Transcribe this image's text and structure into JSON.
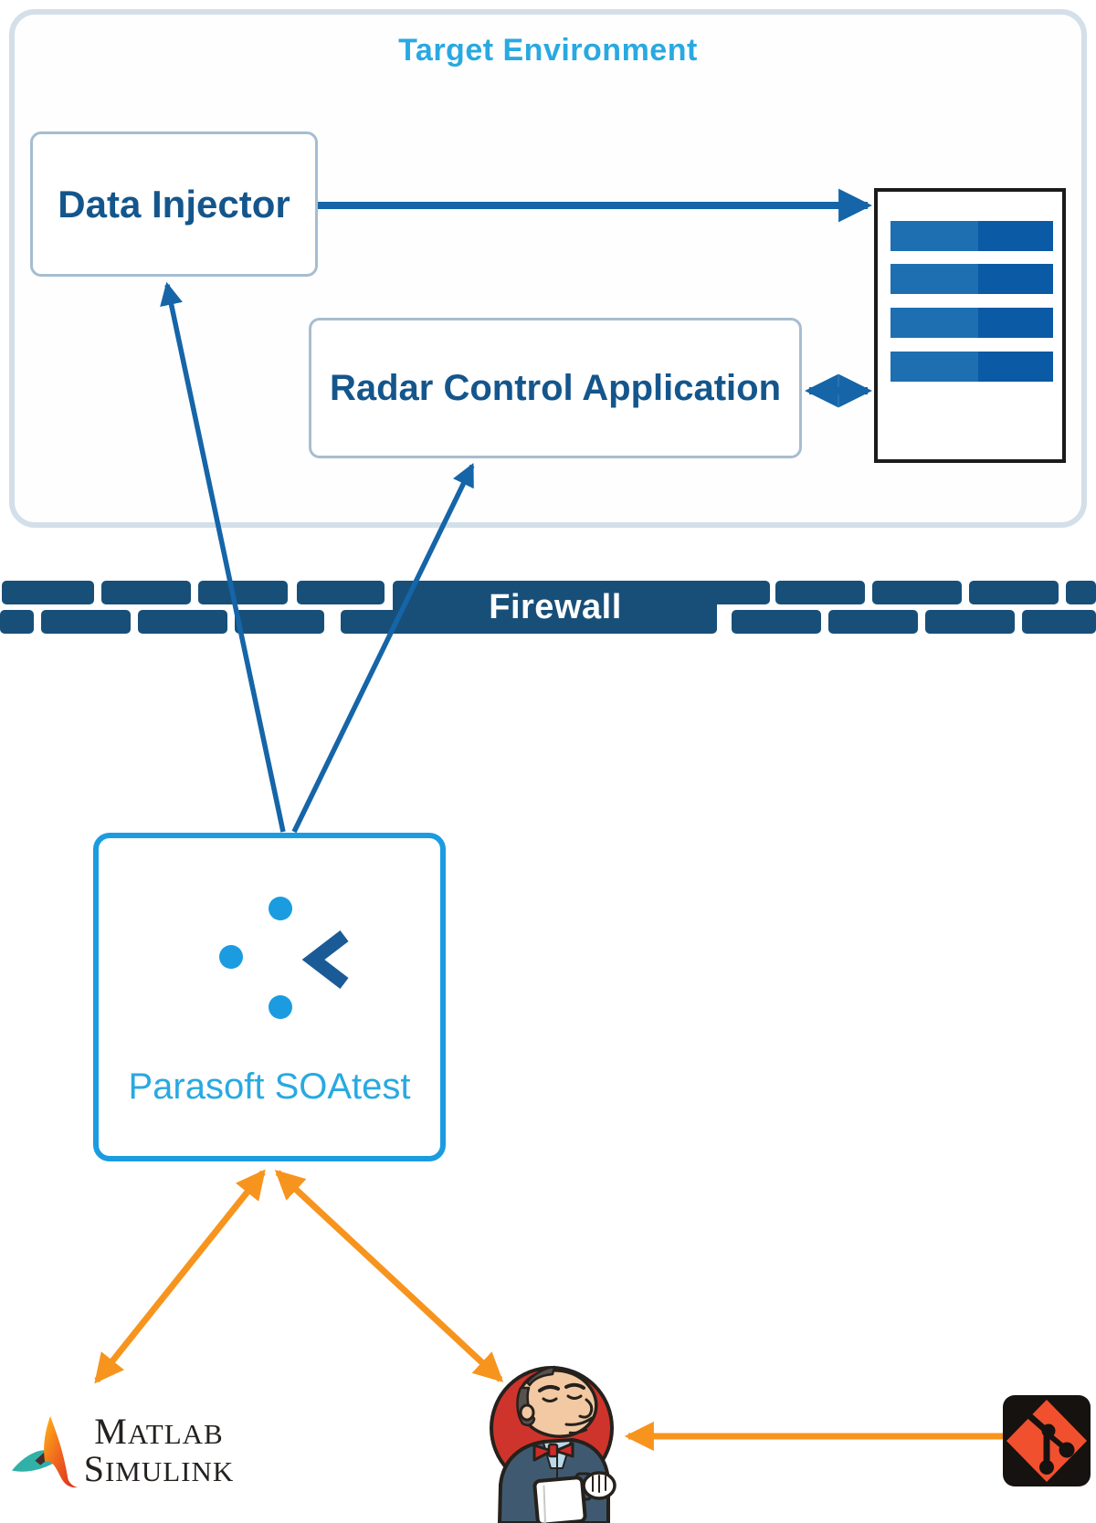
{
  "diagram": {
    "target_environment": {
      "title": "Target Environment",
      "data_injector_label": "Data Injector",
      "radar_control_label": "Radar Control Application"
    },
    "firewall": {
      "label": "Firewall"
    },
    "soatest": {
      "label": "Parasoft SOAtest"
    },
    "tools": {
      "matlab_simulink": {
        "line1": "MATLAB",
        "line2": "SIMULINK"
      }
    }
  },
  "icons": [
    "server-rack-icon",
    "parasoft-logo-icon",
    "matlab-logo-icon",
    "jenkins-icon",
    "git-icon"
  ],
  "colors": {
    "accent_blue": "#29a9e1",
    "soatest_blue": "#1b9ce1",
    "node_text_blue": "#14568c",
    "arrow_blue": "#1565a8",
    "brick_navy": "#184f79",
    "orange": "#f7941e",
    "bar_blue_light": "#1e6fb2",
    "bar_blue_dark": "#0b5aa5",
    "git_orange": "#f1502f",
    "jenkins_red": "#cf342c",
    "matlab_teal": "#31b0a8"
  }
}
